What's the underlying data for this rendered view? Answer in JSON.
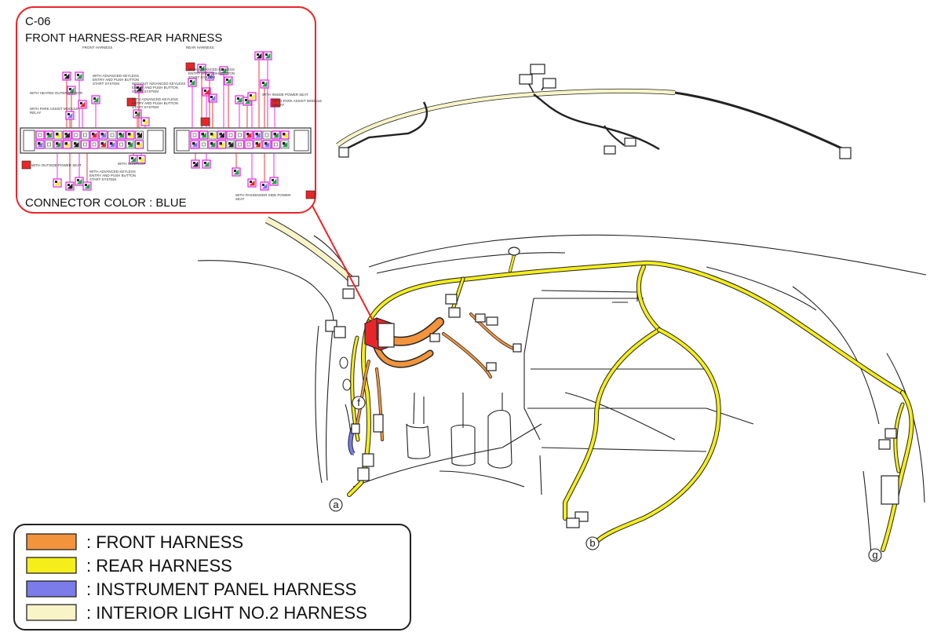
{
  "callout": {
    "code": "C-06",
    "title": "FRONT HARNESS-REAR HARNESS",
    "connector_color": "CONNECTOR COLOR : BLUE",
    "header_left": "FRONT HARNESS",
    "header_right": "REAR HARNESS",
    "notes": [
      "WITH ADVANCED KEYLESS ENTRY AND PUSH BUTTON START SYSTEM",
      "WITH HEATED OUTER MIRROR",
      "WITH PARK ASSIST MODULE RELAY",
      "WITHOUT ADVANCED KEYLESS ENTRY AND PUSH BUTTON START SYSTEM",
      "WITH ADVANCED KEYLESS ENTRY AND PUSH BUTTON START SYSTEM",
      "WITH OUTSIDE POWER SEAT",
      "WITH INSIDE POWER SEAT",
      "WITH PARK ASSIST MODULE RELAY",
      "WITH SUNROOF",
      "WITH ADVANCED KEYLESS ENTRY AND PUSH BUTTON START SYSTEM",
      "WITH PASSENGER SIDE POWER SEAT",
      "WITH ADVANCED KEYLESS ENTRY AND PUSH BUTTON START SYSTEM"
    ]
  },
  "legend": [
    {
      "label": ": FRONT HARNESS",
      "color": "#f2943c"
    },
    {
      "label": ": REAR HARNESS",
      "color": "#f5ee1a"
    },
    {
      "label": ": INSTRUMENT PANEL HARNESS",
      "color": "#7b7bea"
    },
    {
      "label": ": INTERIOR LIGHT NO.2 HARNESS",
      "color": "#f8f4c8"
    }
  ],
  "markers": {
    "a": "a",
    "b": "b",
    "f": "f",
    "g": "g"
  },
  "colors": {
    "callout_border": "#e8262a",
    "front_harness": "#f2943c",
    "rear_harness": "#f5ee1a",
    "connector_pin_highlight": "#e31ee3",
    "connector_red": "#e8262a"
  }
}
